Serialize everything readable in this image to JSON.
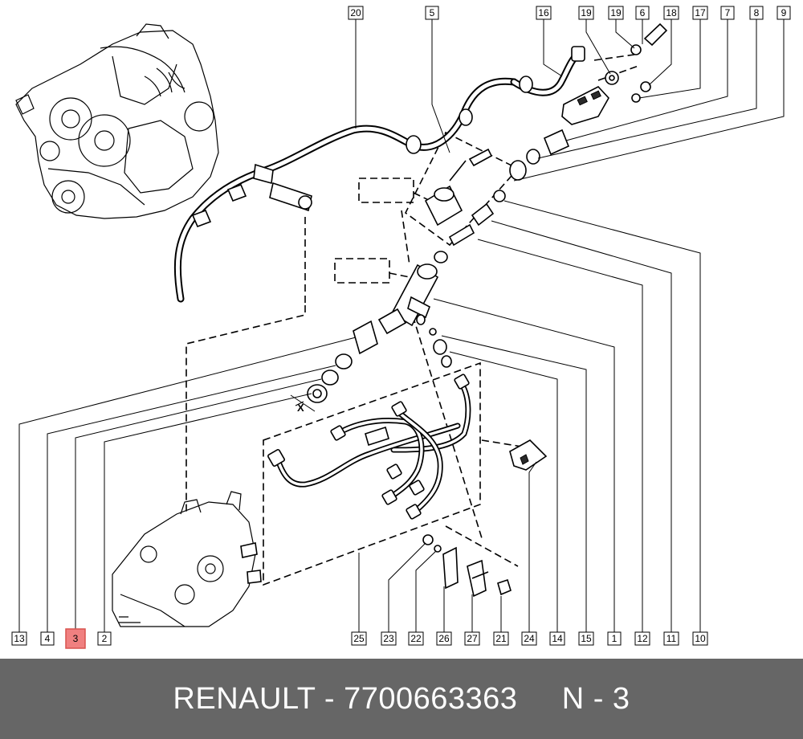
{
  "callouts_top": [
    "20",
    "5",
    "16",
    "19",
    "19",
    "6",
    "18",
    "17",
    "7",
    "8",
    "9"
  ],
  "callouts_bottom": [
    "13",
    "4",
    "3",
    "2",
    "25",
    "23",
    "22",
    "26",
    "27",
    "21",
    "24",
    "14",
    "15",
    "1",
    "12",
    "11",
    "10"
  ],
  "x_marker": "X",
  "highlighted_callout": "3",
  "colors": {
    "footer_bg": "#666666",
    "highlight": "#f08080",
    "footer_text": "#ffffff"
  },
  "footer": {
    "brand": "RENAULT",
    "separator": " - ",
    "part_number": "7700663363",
    "spacer": "     ",
    "position": "N - 3"
  }
}
